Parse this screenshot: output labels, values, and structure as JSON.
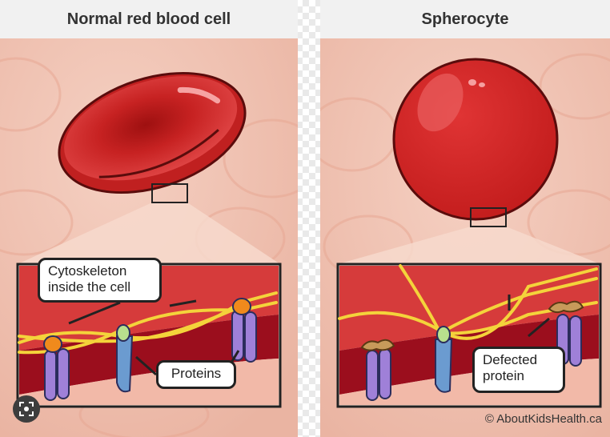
{
  "panels": {
    "left": {
      "title": "Normal red blood cell"
    },
    "right": {
      "title": "Spherocyte"
    }
  },
  "labels": {
    "cytoskeleton": [
      "Cytoskeleton",
      "inside the cell"
    ],
    "proteins": "Proteins",
    "defected": [
      "Defected",
      "protein"
    ]
  },
  "copyright": "© AboutKidsHealth.ca",
  "icons": {
    "lens": "image-search-icon"
  },
  "colors": {
    "background": "#f0c3b2",
    "cell": "#d42a2a",
    "cytoskeleton": "#f4d33b",
    "protein": "#9f80d8",
    "node_orange": "#f08a1c",
    "node_green": "#b8e08d",
    "protein_blue": "#6b9bd0",
    "defect": "#c79a5a"
  }
}
